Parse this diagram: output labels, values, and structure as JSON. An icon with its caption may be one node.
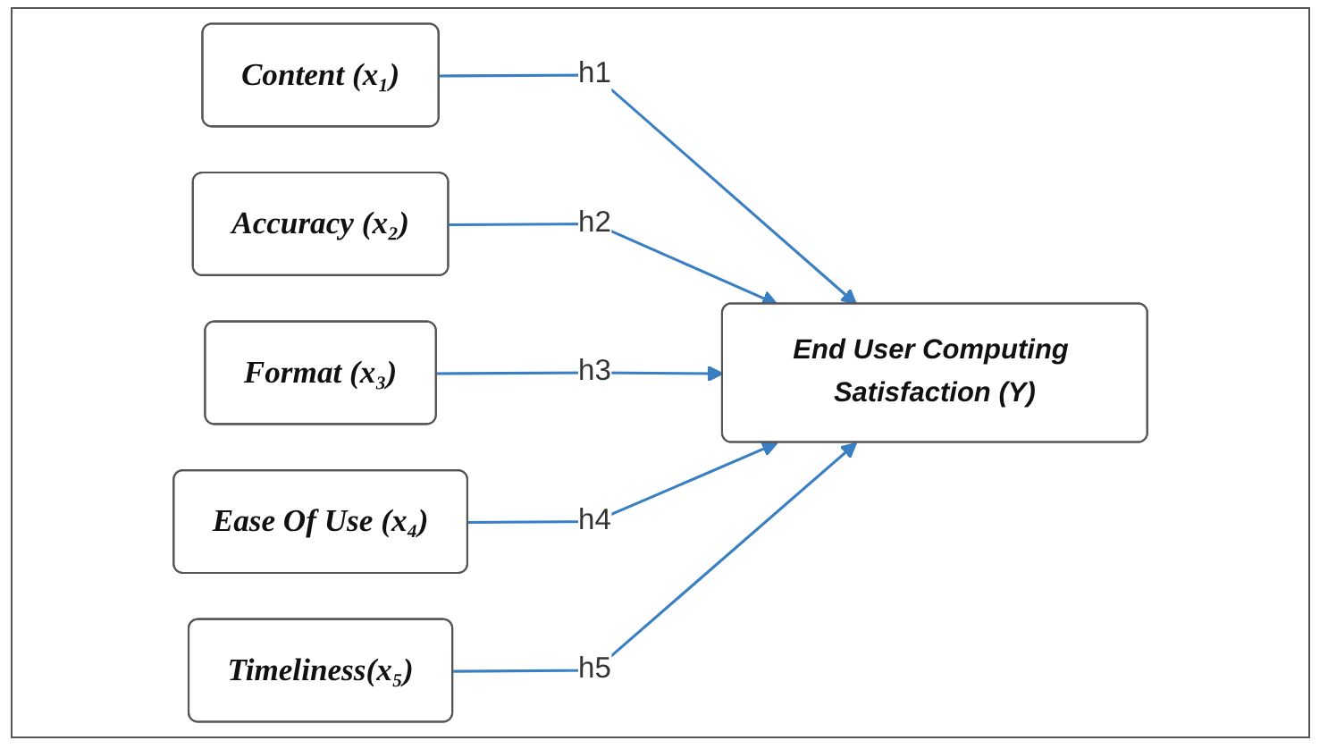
{
  "diagram": {
    "nodes": [
      {
        "text": [
          "Content (x₁)"
        ]
      },
      {
        "text": [
          "Accuracy (x₂)"
        ]
      },
      {
        "text": [
          "Format (x₃)"
        ]
      },
      {
        "text": [
          "Ease Of Use (x₄)"
        ]
      },
      {
        "text": [
          "Timeliness(x₅)"
        ]
      },
      {
        "text": [
          "End User Computing Satisfaction (Y)"
        ]
      }
    ],
    "edges": [
      {
        "from": 0,
        "to": 5,
        "arrow": "to",
        "label": "h1"
      },
      {
        "from": 1,
        "to": 5,
        "arrow": "to",
        "label": "h2"
      },
      {
        "from": 2,
        "to": 5,
        "arrow": "to",
        "label": "h3"
      },
      {
        "from": 3,
        "to": 5,
        "arrow": "to",
        "label": "h4"
      },
      {
        "from": 4,
        "to": 5,
        "arrow": "to",
        "label": "h5"
      }
    ]
  }
}
